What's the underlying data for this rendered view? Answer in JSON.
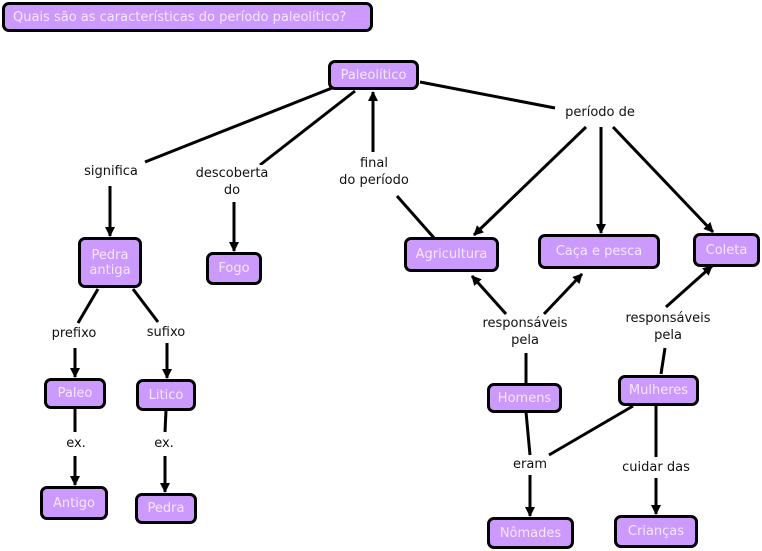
{
  "title": "Quais são as características do período paleolítico?",
  "colors": {
    "node_fill": "#cc99ff",
    "node_border": "#000000",
    "node_text": "#f4eaff",
    "line": "#000000"
  },
  "nodes": {
    "paleolitico": "Paleolítico",
    "pedra_antiga": "Pedra antiga",
    "fogo": "Fogo",
    "agricultura": "Agricultura",
    "caca_pesca": "Caça e pesca",
    "coleta": "Coleta",
    "paleo": "Paleo",
    "litico": "Litico",
    "antigo": "Antigo",
    "pedra": "Pedra",
    "homens": "Homens",
    "mulheres": "Mulheres",
    "nomades": "Nômades",
    "criancas": "Crianças"
  },
  "links": {
    "significa": "significa",
    "descoberta_do": "descoberta\ndo",
    "final_do_periodo": "final\ndo período",
    "periodo_de": "período de",
    "prefixo": "prefixo",
    "sufixo": "sufixo",
    "ex_1": "ex.",
    "ex_2": "ex.",
    "responsaveis_1": "responsáveis\npela",
    "responsaveis_2": "responsáveis\npela",
    "eram": "eram",
    "cuidar_das": "cuidar das"
  }
}
